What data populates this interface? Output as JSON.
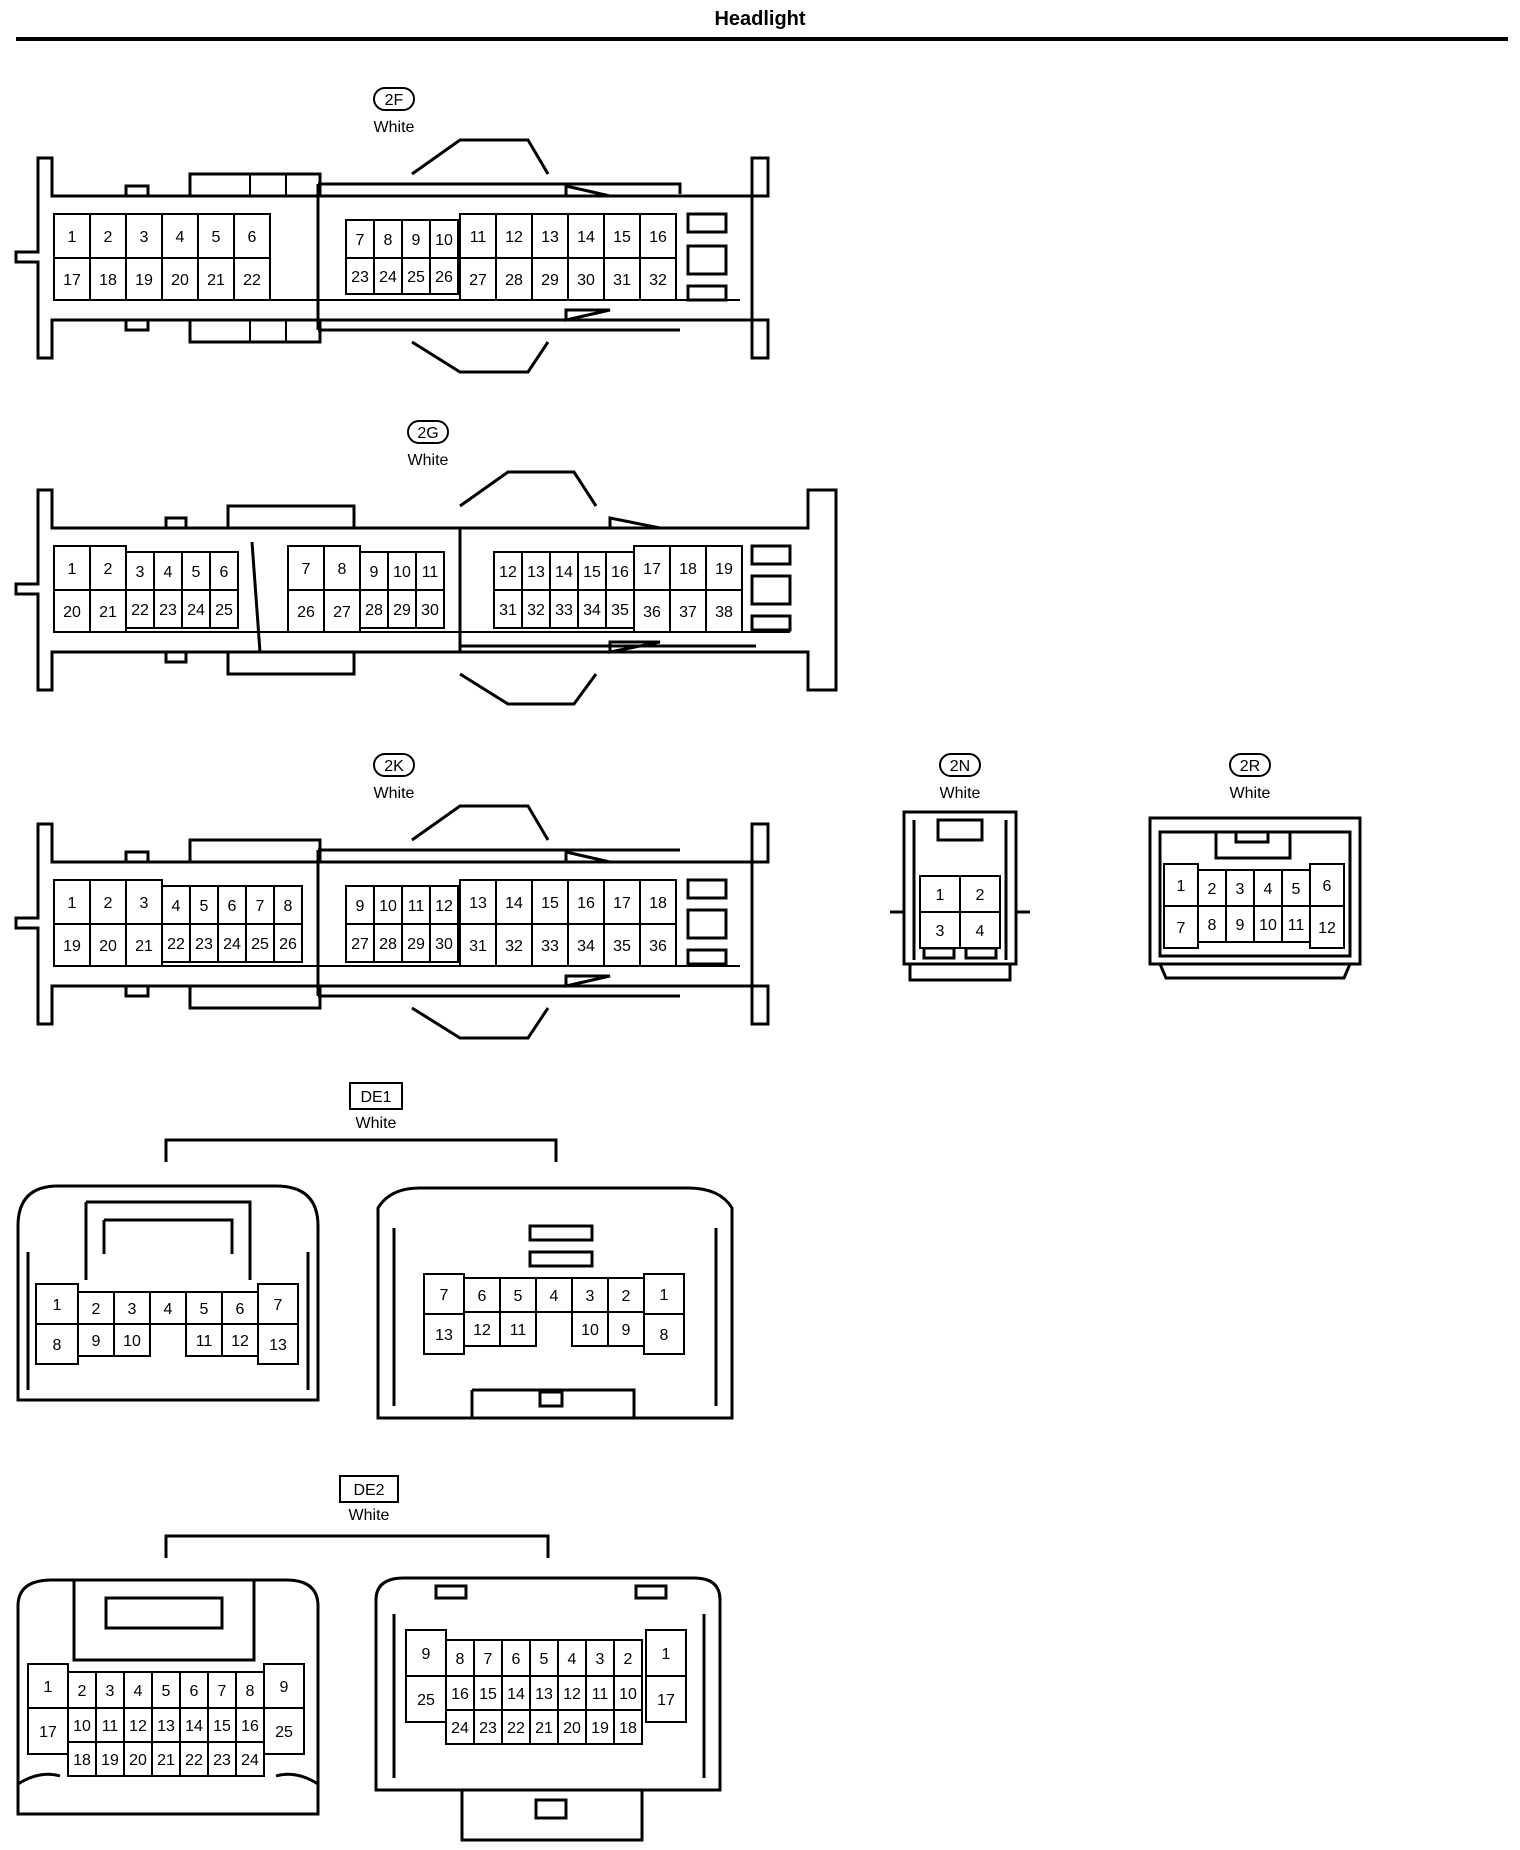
{
  "title": "Headlight",
  "connectors": {
    "c2F": {
      "code": "2F",
      "color": "White"
    },
    "c2G": {
      "code": "2G",
      "color": "White"
    },
    "c2K": {
      "code": "2K",
      "color": "White"
    },
    "c2N": {
      "code": "2N",
      "color": "White"
    },
    "c2R": {
      "code": "2R",
      "color": "White"
    },
    "DE1": {
      "code": "DE1",
      "color": "White"
    },
    "DE2": {
      "code": "DE2",
      "color": "White"
    }
  },
  "pin_count": {
    "c2F": 32,
    "c2G": 38,
    "c2K": 36,
    "c2N": 4,
    "c2R": 12,
    "DE1": 13,
    "DE2": 25
  }
}
